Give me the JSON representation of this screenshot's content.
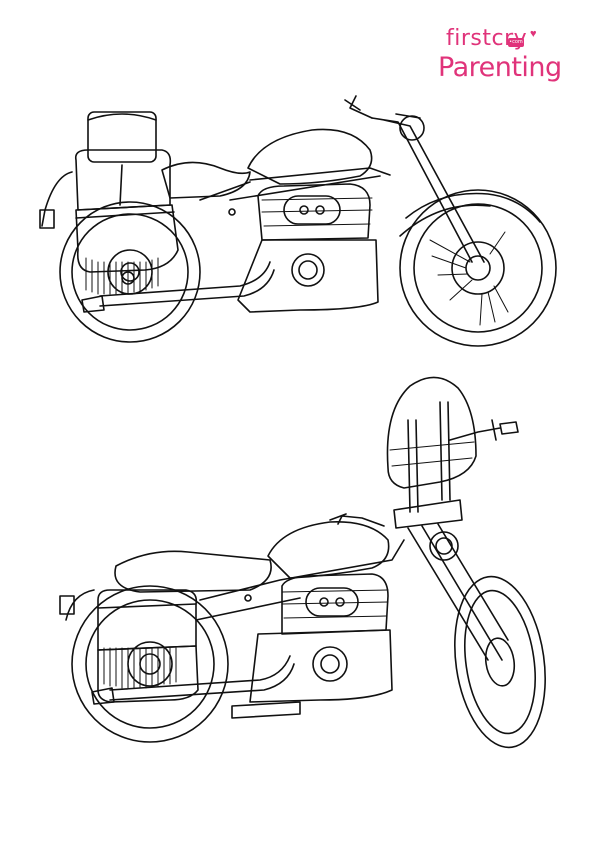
{
  "brand": {
    "name_top": "firstcry",
    "badge": "•com",
    "heart": "♥",
    "name_bottom": "Parenting",
    "color": "#e0337a"
  },
  "illustration": {
    "icon": "motorcycle-icon",
    "line_color": "#111111",
    "background": "#ffffff"
  }
}
